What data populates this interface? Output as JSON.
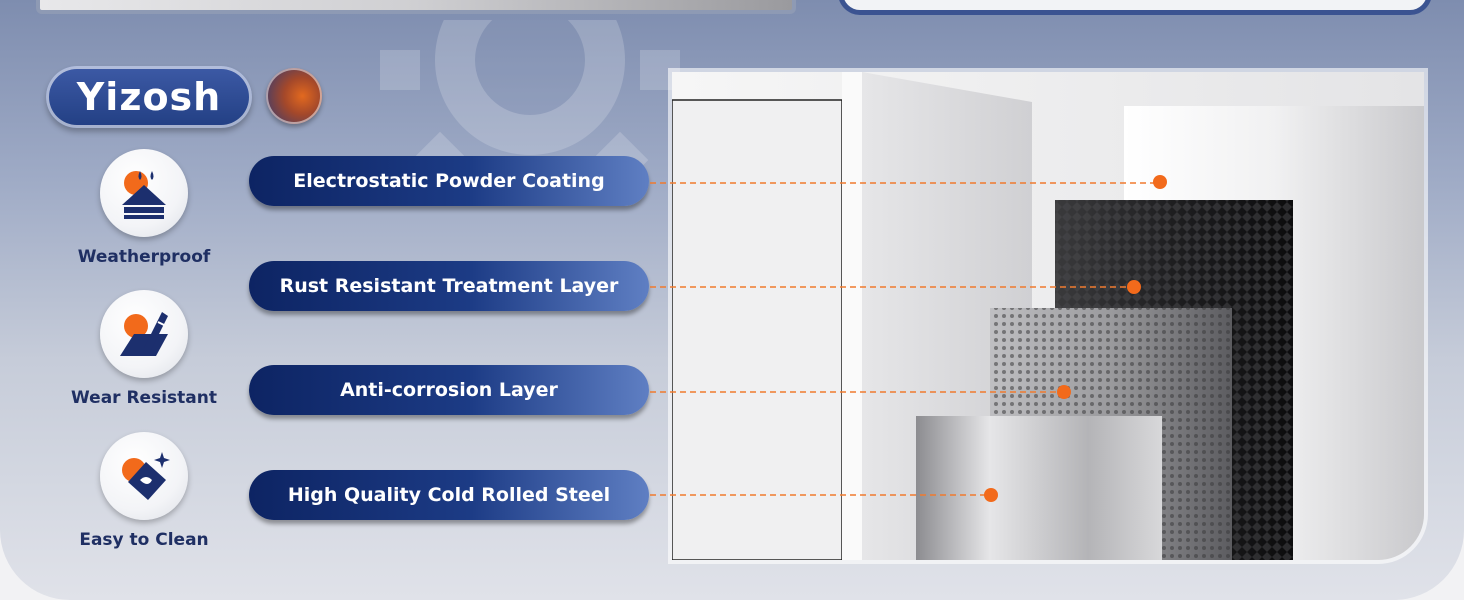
{
  "brand": {
    "name": "Yizosh"
  },
  "features": [
    {
      "label": "Weatherproof",
      "icon": "weatherproof-icon"
    },
    {
      "label": "Wear Resistant",
      "icon": "wear-resistant-icon"
    },
    {
      "label": "Easy to Clean",
      "icon": "easy-clean-icon"
    }
  ],
  "layers": [
    {
      "label": "Electrostatic Powder Coating"
    },
    {
      "label": "Rust Resistant Treatment Layer"
    },
    {
      "label": "Anti-corrosion Layer"
    },
    {
      "label": "High Quality Cold Rolled Steel"
    }
  ],
  "colors": {
    "navy": "#1c3b85",
    "accent": "#f26a1b",
    "label_text": "#1f2f63"
  }
}
